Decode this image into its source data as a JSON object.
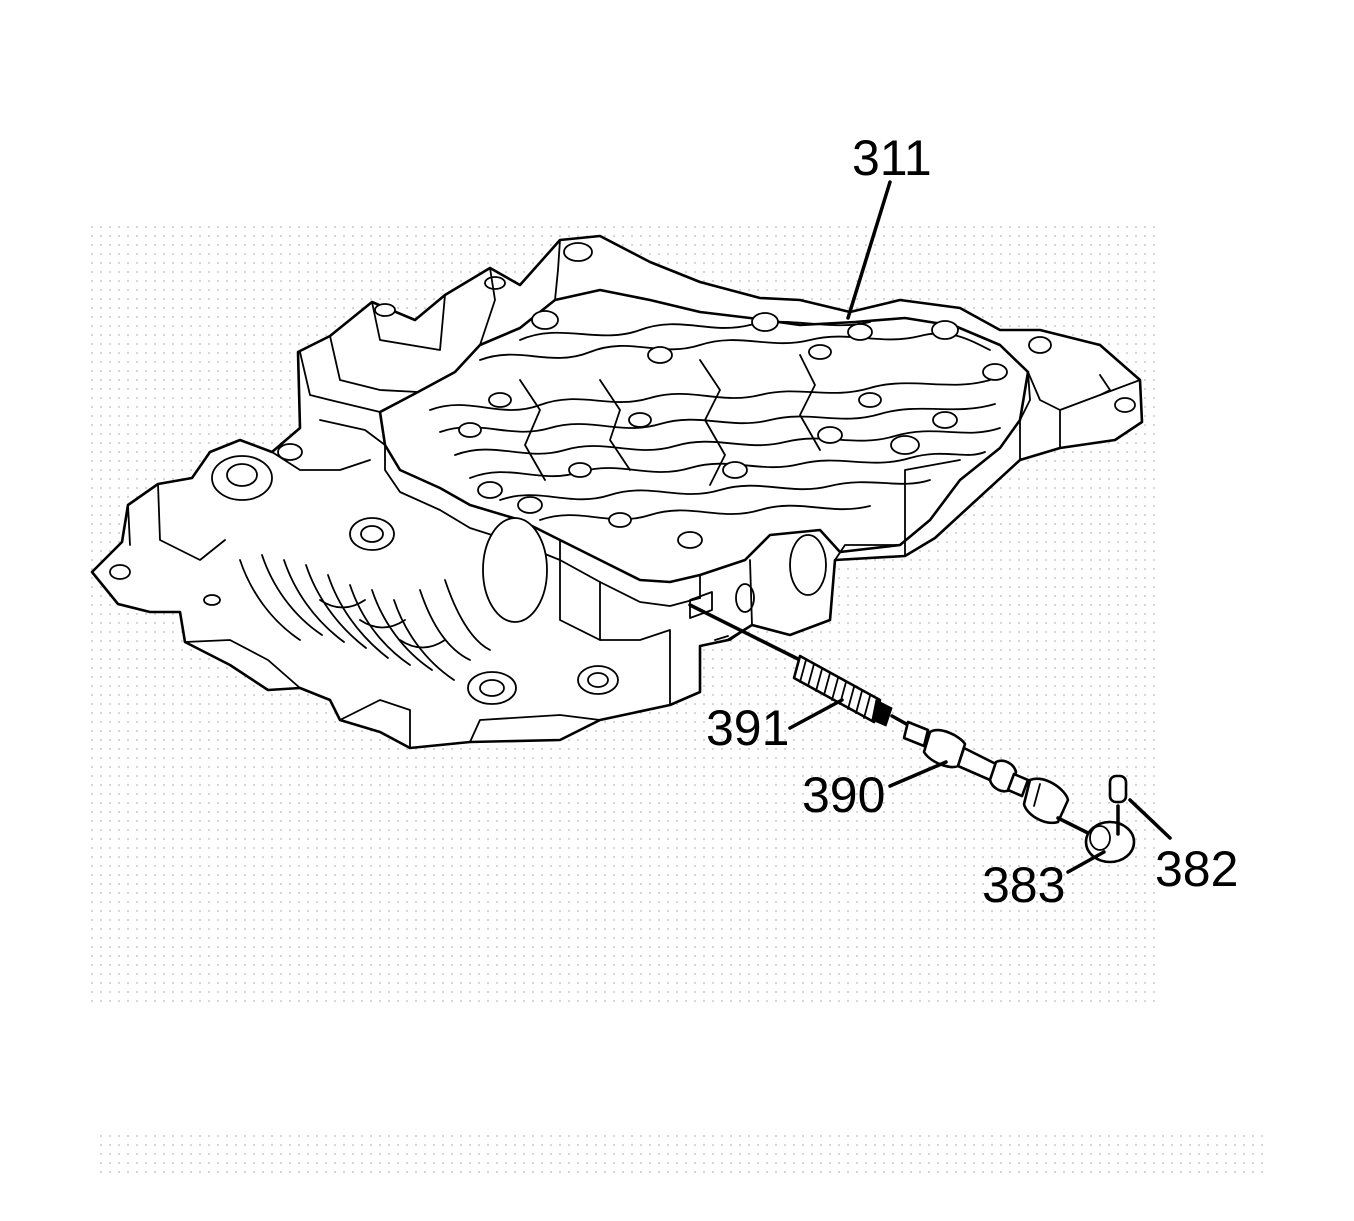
{
  "callouts": [
    {
      "id": "311",
      "label": "311"
    },
    {
      "id": "391",
      "label": "391"
    },
    {
      "id": "390",
      "label": "390"
    },
    {
      "id": "383",
      "label": "383"
    },
    {
      "id": "382",
      "label": "382"
    }
  ],
  "colors": {
    "ink": "#000000",
    "paper": "#ffffff",
    "stipple": "#b8b8b8"
  }
}
